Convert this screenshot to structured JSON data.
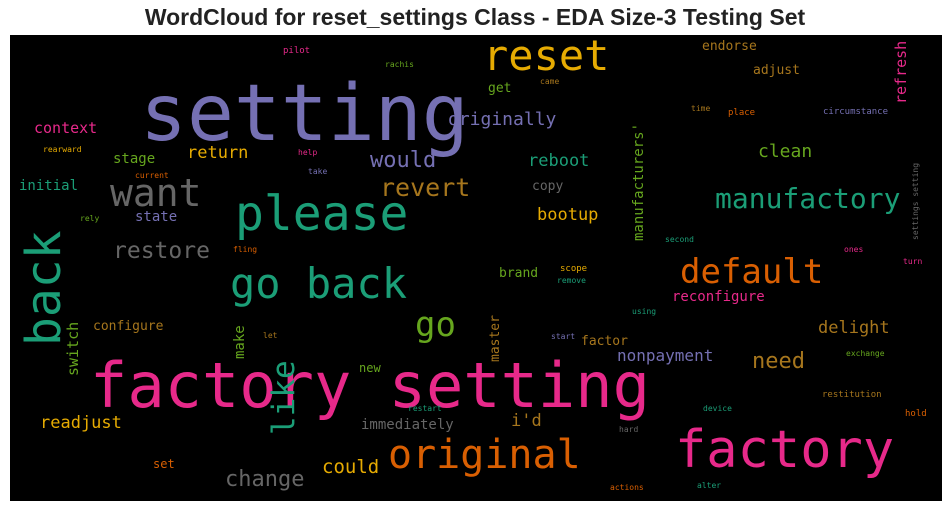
{
  "title": "WordCloud for reset_settings Class - EDA Size-3 Testing Set",
  "colors": {
    "background": "#000000",
    "purple": "#7570b3",
    "green": "#1b9e77",
    "orange": "#d95f02",
    "magenta": "#e7298a",
    "lime": "#66a61e",
    "gold": "#e6ab02",
    "brown": "#a6761d",
    "gray": "#666666"
  },
  "words": [
    {
      "text": "setting",
      "color": "purple"
    },
    {
      "text": "reset",
      "color": "gold"
    },
    {
      "text": "want",
      "color": "gray"
    },
    {
      "text": "please",
      "color": "green"
    },
    {
      "text": "back",
      "color": "green"
    },
    {
      "text": "go back",
      "color": "green"
    },
    {
      "text": "default",
      "color": "orange"
    },
    {
      "text": "factory setting",
      "color": "magenta"
    },
    {
      "text": "factory",
      "color": "magenta"
    },
    {
      "text": "original",
      "color": "orange"
    },
    {
      "text": "go",
      "color": "lime"
    },
    {
      "text": "manufactory",
      "color": "green"
    },
    {
      "text": "revert",
      "color": "brown"
    },
    {
      "text": "restore",
      "color": "gray"
    },
    {
      "text": "would",
      "color": "purple"
    },
    {
      "text": "like",
      "color": "green"
    },
    {
      "text": "change",
      "color": "gray"
    },
    {
      "text": "need",
      "color": "brown"
    },
    {
      "text": "could",
      "color": "gold"
    },
    {
      "text": "originally",
      "color": "purple"
    },
    {
      "text": "reboot",
      "color": "green"
    },
    {
      "text": "clean",
      "color": "lime"
    },
    {
      "text": "return",
      "color": "gold"
    },
    {
      "text": "bootup",
      "color": "gold"
    },
    {
      "text": "delight",
      "color": "brown"
    },
    {
      "text": "readjust",
      "color": "gold"
    },
    {
      "text": "nonpayment",
      "color": "purple"
    },
    {
      "text": "i'd",
      "color": "brown"
    },
    {
      "text": "immediately",
      "color": "gray"
    },
    {
      "text": "configure",
      "color": "brown"
    },
    {
      "text": "reconfigure",
      "color": "magenta"
    },
    {
      "text": "manufacturers'",
      "color": "lime"
    },
    {
      "text": "refresh",
      "color": "magenta"
    },
    {
      "text": "switch",
      "color": "lime"
    },
    {
      "text": "make",
      "color": "lime"
    },
    {
      "text": "master",
      "color": "brown"
    },
    {
      "text": "context",
      "color": "magenta"
    },
    {
      "text": "stage",
      "color": "lime"
    },
    {
      "text": "initial",
      "color": "green"
    },
    {
      "text": "state",
      "color": "purple"
    },
    {
      "text": "endorse",
      "color": "brown"
    },
    {
      "text": "adjust",
      "color": "brown"
    },
    {
      "text": "get",
      "color": "lime"
    },
    {
      "text": "copy",
      "color": "gray"
    },
    {
      "text": "brand",
      "color": "lime"
    },
    {
      "text": "factor",
      "color": "brown"
    },
    {
      "text": "new",
      "color": "lime"
    },
    {
      "text": "set",
      "color": "orange"
    },
    {
      "text": "scope",
      "color": "gold"
    },
    {
      "text": "remove",
      "color": "green"
    },
    {
      "text": "start",
      "color": "purple"
    },
    {
      "text": "using",
      "color": "green"
    },
    {
      "text": "pilot",
      "color": "magenta"
    },
    {
      "text": "rachis",
      "color": "lime"
    },
    {
      "text": "came",
      "color": "brown"
    },
    {
      "text": "time",
      "color": "brown"
    },
    {
      "text": "place",
      "color": "orange"
    },
    {
      "text": "circumstance",
      "color": "purple"
    },
    {
      "text": "rearward",
      "color": "gold"
    },
    {
      "text": "current",
      "color": "orange"
    },
    {
      "text": "help",
      "color": "magenta"
    },
    {
      "text": "take",
      "color": "purple"
    },
    {
      "text": "rely",
      "color": "lime"
    },
    {
      "text": "fling",
      "color": "orange"
    },
    {
      "text": "second",
      "color": "green"
    },
    {
      "text": "ones",
      "color": "magenta"
    },
    {
      "text": "turn",
      "color": "magenta"
    },
    {
      "text": "settings setting",
      "color": "gray"
    },
    {
      "text": "exchange",
      "color": "lime"
    },
    {
      "text": "let",
      "color": "brown"
    },
    {
      "text": "restitution",
      "color": "brown"
    },
    {
      "text": "hold",
      "color": "orange"
    },
    {
      "text": "device",
      "color": "green"
    },
    {
      "text": "restart",
      "color": "green"
    },
    {
      "text": "hard",
      "color": "gray"
    },
    {
      "text": "actions",
      "color": "orange"
    },
    {
      "text": "alter",
      "color": "green"
    }
  ]
}
